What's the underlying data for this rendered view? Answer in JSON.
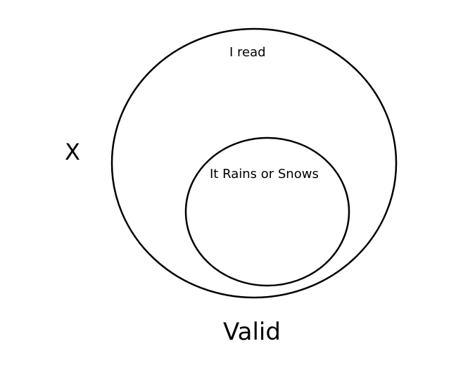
{
  "diagram": {
    "outer_set": {
      "label": "I read"
    },
    "inner_set": {
      "label": "It Rains or Snows"
    },
    "side_mark": "X",
    "verdict": "Valid",
    "colors": {
      "stroke": "#000000",
      "background": "#ffffff"
    }
  }
}
